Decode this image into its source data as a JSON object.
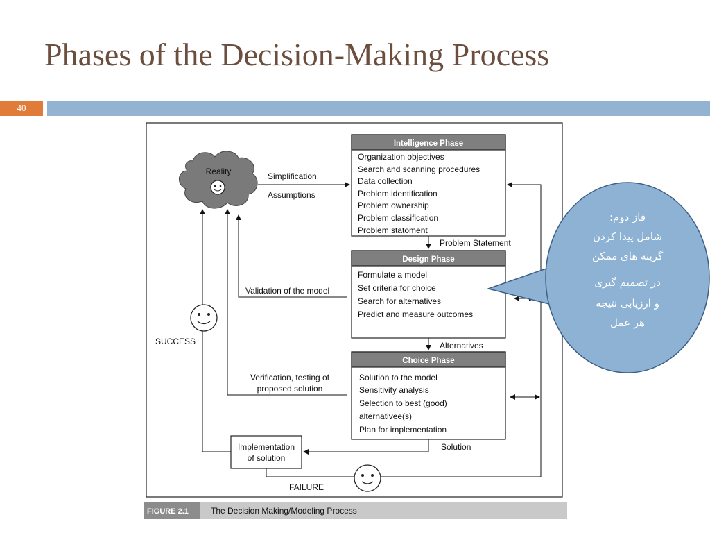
{
  "slide": {
    "title": "Phases of the Decision-Making Process",
    "page_number": "40"
  },
  "figure": {
    "caption_label": "FIGURE 2.1",
    "caption_text": "The Decision Making/Modeling Process",
    "reality": "Reality",
    "intelligence": {
      "header": "Intelligence Phase",
      "items": [
        "Organization objectives",
        "Search and scanning procedures",
        "Data collection",
        "Problem identification",
        "Problem ownership",
        "Problem classification",
        "Problem statoment"
      ]
    },
    "design": {
      "header": "Design Phase",
      "items": [
        "Formulate a model",
        "Set criteria for choice",
        "Search for alternatives",
        "Predict and measure outcomes"
      ]
    },
    "choice": {
      "header": "Choice Phase",
      "items": [
        "Solution to the model",
        "Sensitivity analysis",
        "Selection to best (good)",
        "alternativee(s)",
        "Plan for implementation"
      ]
    },
    "implementation": [
      "Implementation",
      "of solution"
    ],
    "labels": {
      "simplification": "Simplification",
      "assumptions": "Assumptions",
      "problem_statement": "Problem Statement",
      "validation": "Validation of the model",
      "alternatives": "Alternatives",
      "verification_1": "Verification, testing of",
      "verification_2": "proposed solution",
      "success": "SUCCESS",
      "solution": "Solution",
      "failure": "FAILURE"
    }
  },
  "callout": {
    "lines": [
      "فاز دوم:",
      "شامل پیدا کردن",
      "گزینه های ممکن",
      "در تصمیم گیری",
      "و ارزیابی نتیجه",
      "هر عمل"
    ],
    "fill": "#8eb2d4"
  },
  "colors": {
    "title": "#6b4e3d",
    "accent_bar": "#93b3d3",
    "page_badge": "#e07b39",
    "phase_header": "#7f7f7f"
  }
}
